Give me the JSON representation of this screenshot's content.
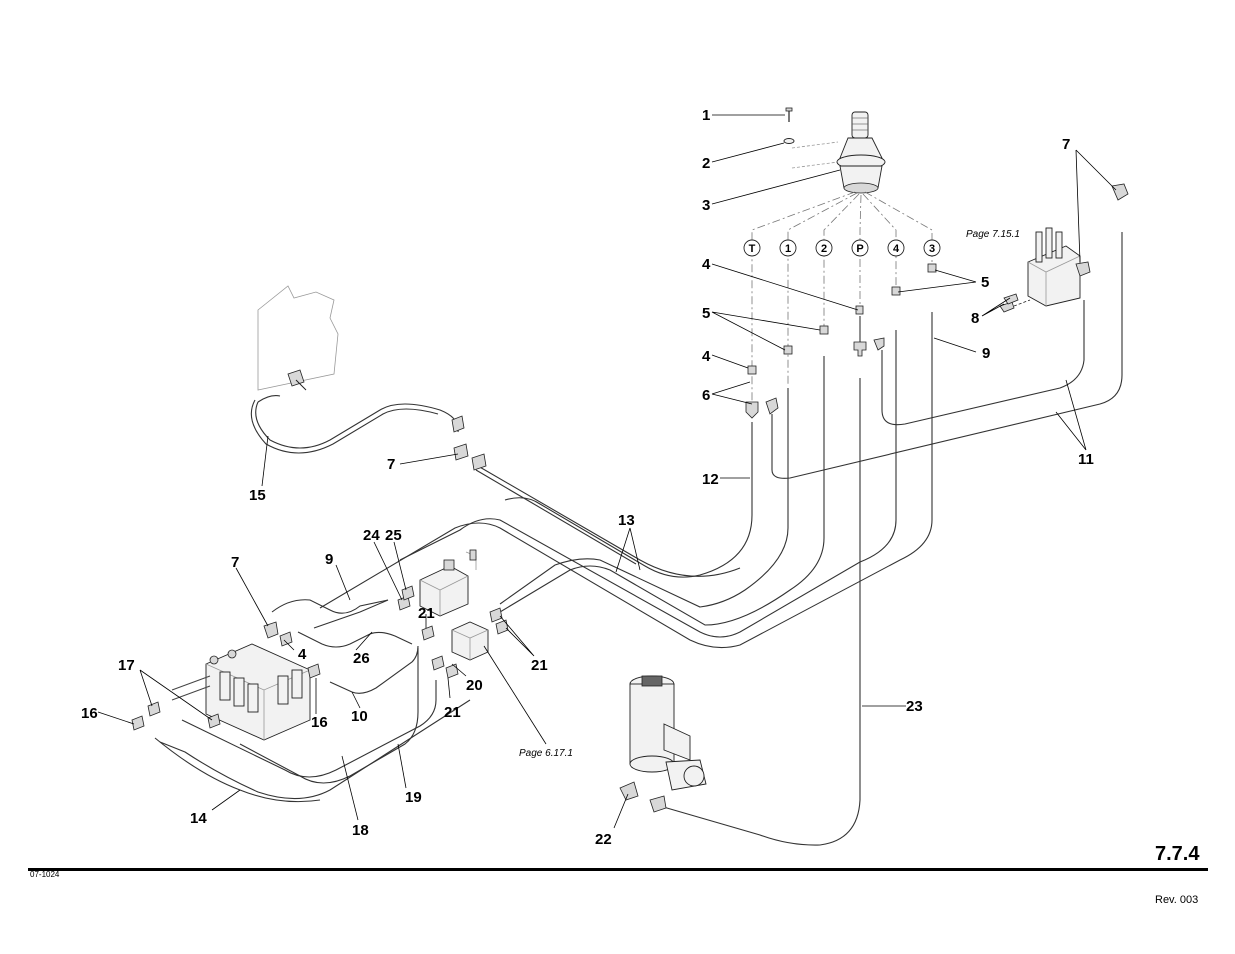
{
  "callouts": {
    "c1": "1",
    "c2": "2",
    "c3": "3",
    "c4a": "4",
    "c4b": "4",
    "c4c": "4",
    "c5a": "5",
    "c5b": "5",
    "c6": "6",
    "c7a": "7",
    "c7b": "7",
    "c7c": "7",
    "c8": "8",
    "c9a": "9",
    "c9b": "9",
    "c10": "10",
    "c11": "11",
    "c12": "12",
    "c13": "13",
    "c14": "14",
    "c15": "15",
    "c16a": "16",
    "c16b": "16",
    "c17": "17",
    "c18": "18",
    "c19": "19",
    "c20": "20",
    "c21a": "21",
    "c21b": "21",
    "c21c": "21",
    "c22": "22",
    "c23": "23",
    "c24": "24",
    "c25": "25",
    "c26": "26"
  },
  "port_labels": [
    "T",
    "1",
    "2",
    "P",
    "4",
    "3"
  ],
  "page_refs": {
    "joystick_valve": "Page 7.15.1",
    "manifold": "Page 6.17.1"
  },
  "footer": {
    "page_number": "7.7.4",
    "drawing_number": "07-1024",
    "revision": "Rev. 003"
  }
}
